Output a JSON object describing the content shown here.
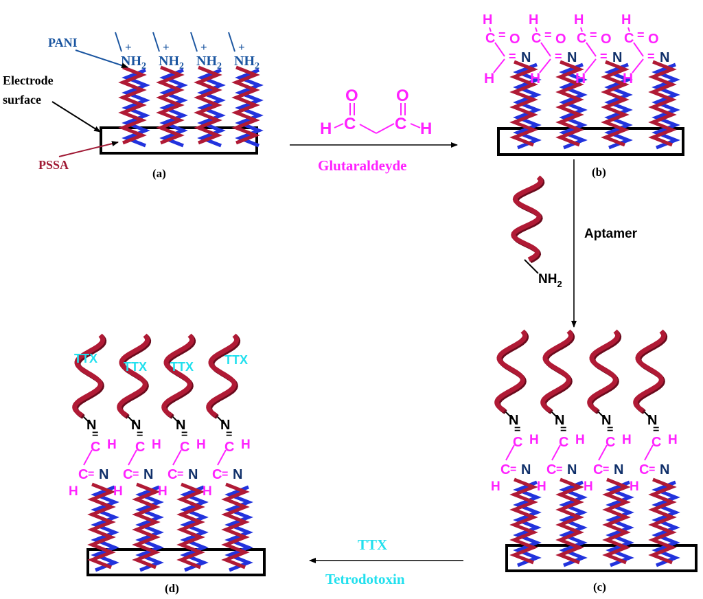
{
  "labels": {
    "pani": "PANI",
    "electrode_line1": "Electrode",
    "electrode_line2": "surface",
    "pssa": "PSSA",
    "panel_a": "(a)",
    "panel_b": "(b)",
    "panel_c": "(c)",
    "panel_d": "(d)",
    "glutaraldehyde": "Glutaraldeyde",
    "aptamer": "Aptamer",
    "ttx": "TTX",
    "tetrodotoxin": "Tetrodotoxin"
  },
  "chem": {
    "nh2_plus": "+",
    "nh": "NH",
    "sub2": "2",
    "n": "N",
    "h": "H",
    "c": "C",
    "o": "O",
    "eq": "=",
    "ttx": "TTX"
  },
  "colors": {
    "pani": "#2233dd",
    "pssa": "#b01a35",
    "pani_text": "#1a55a0",
    "pssa_text": "#a01a35",
    "glutaraldehyde": "#ff22ff",
    "ttx": "#22e0ee",
    "black": "#000000",
    "navy": "#10306a"
  }
}
